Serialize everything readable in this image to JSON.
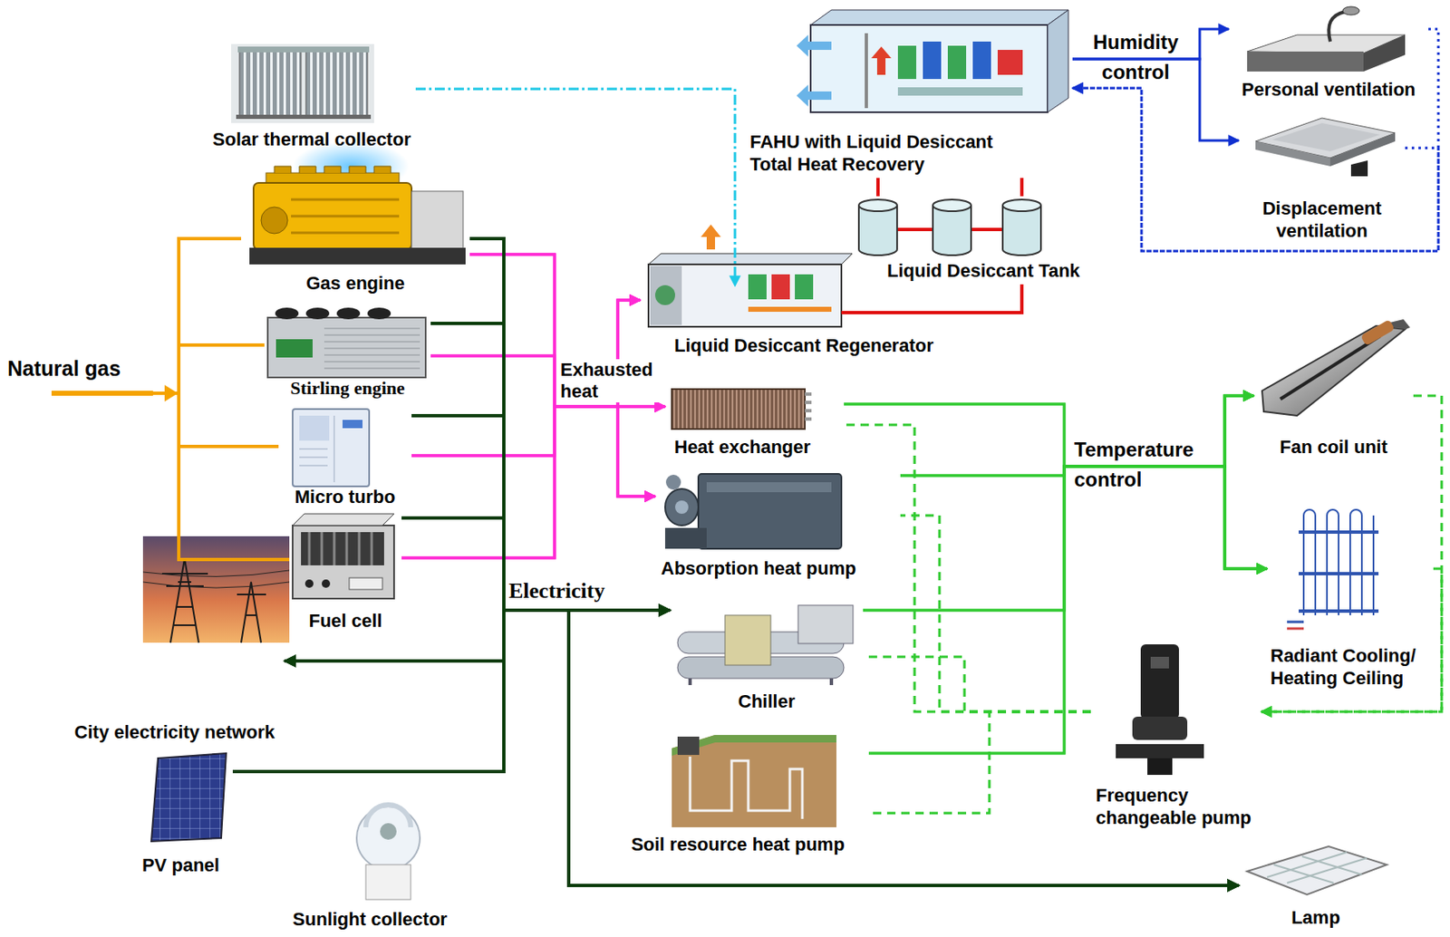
{
  "diagram": {
    "nodes": [
      {
        "text": [
          "Solar thermal collector"
        ]
      },
      {
        "text": [
          "FAHU with Liquid Desiccant Total Heat Recovery"
        ]
      },
      {
        "text": [
          "Personal ventilation"
        ]
      },
      {
        "text": [
          "Displacement ventilation"
        ]
      },
      {
        "text": [
          "Gas engine"
        ]
      },
      {
        "text": [
          "Liquid Desiccant Tank"
        ]
      },
      {
        "text": [
          "Liquid Desiccant Regenerator"
        ]
      },
      {
        "text": [
          "Stirling engine"
        ]
      },
      {
        "text": [
          "Natural gas"
        ]
      },
      {
        "text": [
          "Micro turbo"
        ]
      },
      {
        "text": [
          "Heat exchanger"
        ]
      },
      {
        "text": [
          "Fan coil unit"
        ]
      },
      {
        "text": [
          "Absorption heat pump"
        ]
      },
      {
        "text": [
          "Fuel cell"
        ]
      },
      {
        "text": [
          "Radiant Cooling/ Heating Ceiling"
        ]
      },
      {
        "text": [
          "Chiller"
        ]
      },
      {
        "text": [
          "Frequency changeable pump"
        ]
      },
      {
        "text": [
          "City electricity network"
        ]
      },
      {
        "text": [
          "Soil resource heat pump"
        ]
      },
      {
        "text": [
          "PV panel"
        ]
      },
      {
        "text": [
          "Sunlight collector"
        ]
      },
      {
        "text": [
          "Lamp"
        ]
      }
    ],
    "edges": [
      {
        "from": 8,
        "to": 4,
        "arrow": "none"
      },
      {
        "from": 8,
        "to": 7,
        "arrow": "none"
      },
      {
        "from": 8,
        "to": 9,
        "arrow": "none"
      },
      {
        "from": 8,
        "to": 13,
        "arrow": "none"
      },
      {
        "from": 4,
        "to": 6,
        "arrow": "to"
      },
      {
        "from": 4,
        "to": 10,
        "arrow": "to"
      },
      {
        "from": 4,
        "to": 12,
        "arrow": "to"
      },
      {
        "from": 7,
        "to": 6,
        "arrow": "to"
      },
      {
        "from": 7,
        "to": 10,
        "arrow": "to"
      },
      {
        "from": 7,
        "to": 12,
        "arrow": "to"
      },
      {
        "from": 9,
        "to": 6,
        "arrow": "to"
      },
      {
        "from": 9,
        "to": 10,
        "arrow": "to"
      },
      {
        "from": 9,
        "to": 12,
        "arrow": "to"
      },
      {
        "from": 13,
        "to": 6,
        "arrow": "to"
      },
      {
        "from": 13,
        "to": 10,
        "arrow": "to"
      },
      {
        "from": 13,
        "to": 12,
        "arrow": "to"
      },
      {
        "from": 4,
        "to": 15,
        "arrow": "to"
      },
      {
        "from": 4,
        "to": 21,
        "arrow": "to"
      },
      {
        "from": 7,
        "to": 15,
        "arrow": "to"
      },
      {
        "from": 7,
        "to": 21,
        "arrow": "to"
      },
      {
        "from": 9,
        "to": 15,
        "arrow": "to"
      },
      {
        "from": 9,
        "to": 21,
        "arrow": "to"
      },
      {
        "from": 13,
        "to": 15,
        "arrow": "to"
      },
      {
        "from": 13,
        "to": 21,
        "arrow": "to"
      },
      {
        "from": 17,
        "to": 15,
        "arrow": "both"
      },
      {
        "from": 17,
        "to": 21,
        "arrow": "both"
      },
      {
        "from": 19,
        "to": 15,
        "arrow": "to"
      },
      {
        "from": 19,
        "to": 21,
        "arrow": "to"
      },
      {
        "from": 0,
        "to": 6,
        "arrow": "to"
      },
      {
        "from": 1,
        "to": 5,
        "arrow": "none"
      },
      {
        "from": 1,
        "to": 5,
        "arrow": "none"
      },
      {
        "from": 5,
        "to": 6,
        "arrow": "none"
      },
      {
        "from": 1,
        "to": 2,
        "arrow": "to"
      },
      {
        "from": 1,
        "to": 3,
        "arrow": "to"
      },
      {
        "from": 2,
        "to": 1,
        "arrow": "to"
      },
      {
        "from": 3,
        "to": 1,
        "arrow": "to"
      },
      {
        "from": 10,
        "to": 11,
        "arrow": "to"
      },
      {
        "from": 10,
        "to": 14,
        "arrow": "to"
      },
      {
        "from": 12,
        "to": 11,
        "arrow": "to"
      },
      {
        "from": 12,
        "to": 14,
        "arrow": "to"
      },
      {
        "from": 15,
        "to": 11,
        "arrow": "to"
      },
      {
        "from": 15,
        "to": 14,
        "arrow": "to"
      },
      {
        "from": 18,
        "to": 11,
        "arrow": "to"
      },
      {
        "from": 18,
        "to": 14,
        "arrow": "to"
      },
      {
        "from": 11,
        "to": 16,
        "arrow": "to"
      },
      {
        "from": 14,
        "to": 16,
        "arrow": "to"
      },
      {
        "from": 16,
        "to": 10,
        "arrow": "none"
      },
      {
        "from": 16,
        "to": 12,
        "arrow": "none"
      },
      {
        "from": 16,
        "to": 15,
        "arrow": "none"
      },
      {
        "from": 16,
        "to": 18,
        "arrow": "none"
      }
    ],
    "labels": [
      "Humidity control",
      "Exhausted heat",
      "Temperature control",
      "Electricity"
    ]
  }
}
